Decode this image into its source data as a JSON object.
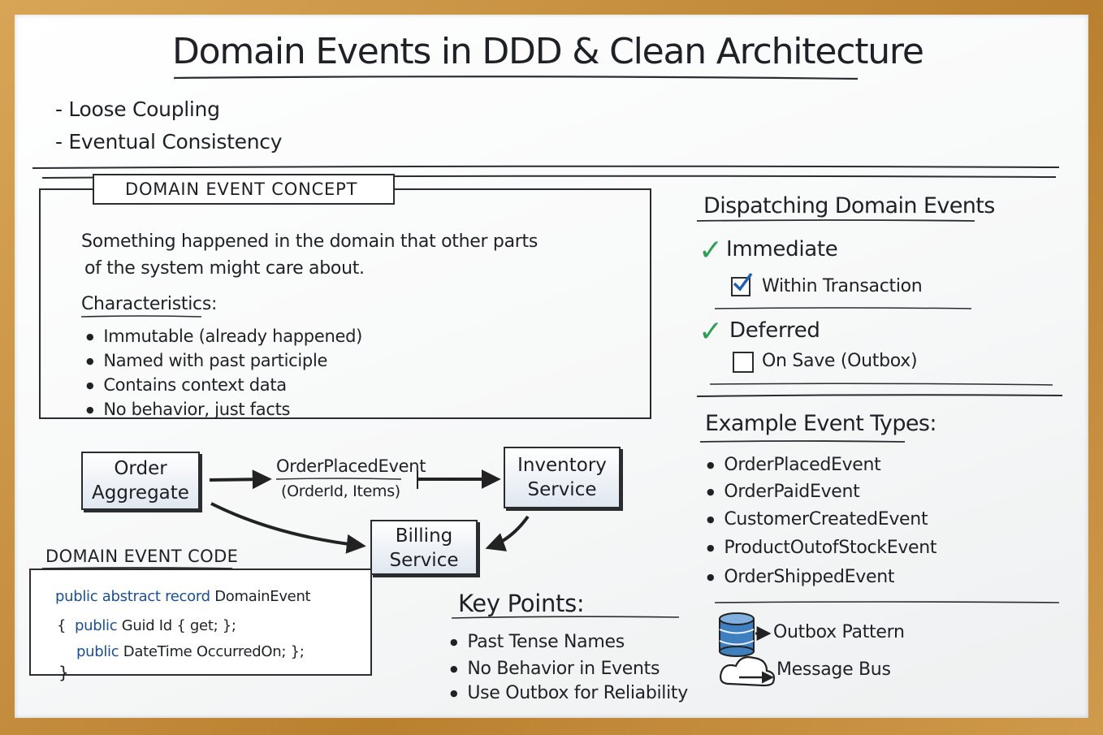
{
  "title": "Domain Events in DDD & Clean Architecture",
  "intro": [
    "- Loose Coupling",
    "- Eventual Consistency"
  ],
  "concept": {
    "heading": "DOMAIN EVENT CONCEPT",
    "description": [
      "Something happened in the domain that other parts",
      "of the system might care about."
    ],
    "characteristics_label": "Characteristics:",
    "characteristics": [
      "Immutable (already happened)",
      "Named with past participle",
      "Contains context data",
      "No behavior, just facts"
    ]
  },
  "flow": {
    "order_aggregate": [
      "Order",
      "Aggregate"
    ],
    "event_label": "OrderPlacedEvent",
    "event_params": "(OrderId, Items)",
    "inventory_service": [
      "Inventory",
      "Service"
    ],
    "billing_service": [
      "Billing",
      "Service"
    ]
  },
  "code": {
    "heading": "DOMAIN EVENT CODE",
    "line1_kw": "public abstract record",
    "line1_rest": "DomainEvent",
    "line2_brace": "{",
    "line2_kw": "public",
    "line2_rest": "Guid Id { get; };",
    "line3_kw": "public",
    "line3_rest": "DateTime OccurredOn; };",
    "line4": "}"
  },
  "key_points": {
    "heading": "Key Points:",
    "items": [
      "Past Tense Names",
      "No Behavior in Events",
      "Use Outbox for Reliability"
    ]
  },
  "dispatching": {
    "heading": "Dispatching Domain Events",
    "immediate": "Immediate",
    "within_transaction": "Within Transaction",
    "within_transaction_checked": true,
    "deferred": "Deferred",
    "on_save": "On Save (Outbox)",
    "on_save_checked": false,
    "check_mark": "✓"
  },
  "examples": {
    "heading": "Example Event Types:",
    "items": [
      "OrderPlacedEvent",
      "OrderPaidEvent",
      "CustomerCreatedEvent",
      "ProductOutofStockEvent",
      "OrderShippedEvent"
    ]
  },
  "infra": {
    "outbox": "Outbox Pattern",
    "message_bus": "Message Bus"
  },
  "colors": {
    "check_green": "#2f9e57",
    "code_keyword": "#1d4f8a",
    "db_blue": "#3f7fc0",
    "frame_wood": "#c8913f"
  }
}
